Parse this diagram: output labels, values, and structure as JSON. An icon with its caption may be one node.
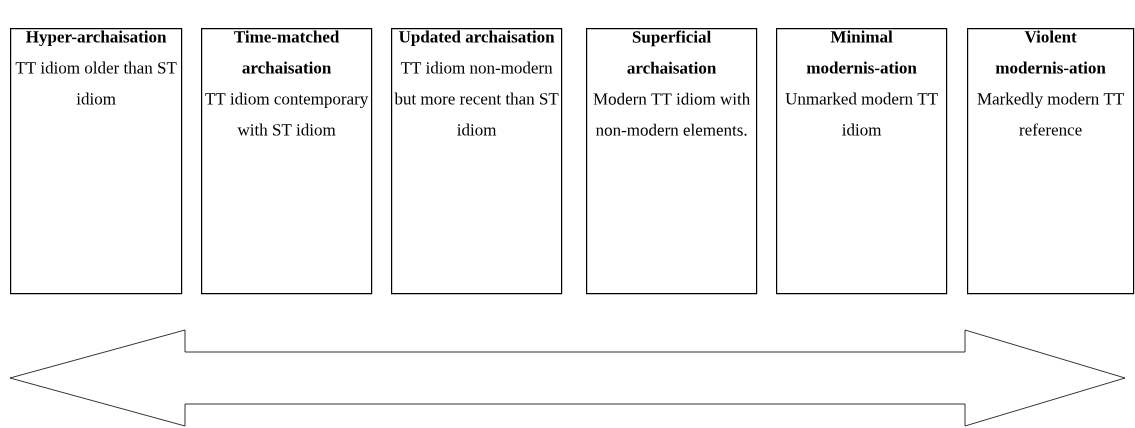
{
  "diagram": {
    "nodes": [
      {
        "text": [
          "Hyper-archaisation",
          "TT idiom older than ST idiom"
        ]
      },
      {
        "text": [
          "Time-matched archaisation",
          "TT idiom contemporary with ST idiom"
        ]
      },
      {
        "text": [
          "Updated archaisation",
          "TT idiom non-modern but more recent than ST idiom"
        ]
      },
      {
        "text": [
          "Superficial archaisation",
          "Modern TT idiom with non-modern elements."
        ]
      },
      {
        "text": [
          "Minimal modernis-ation",
          "Unmarked modern TT idiom"
        ]
      },
      {
        "text": [
          "Violent modernis-ation",
          "Markedly modern TT reference"
        ]
      }
    ]
  }
}
